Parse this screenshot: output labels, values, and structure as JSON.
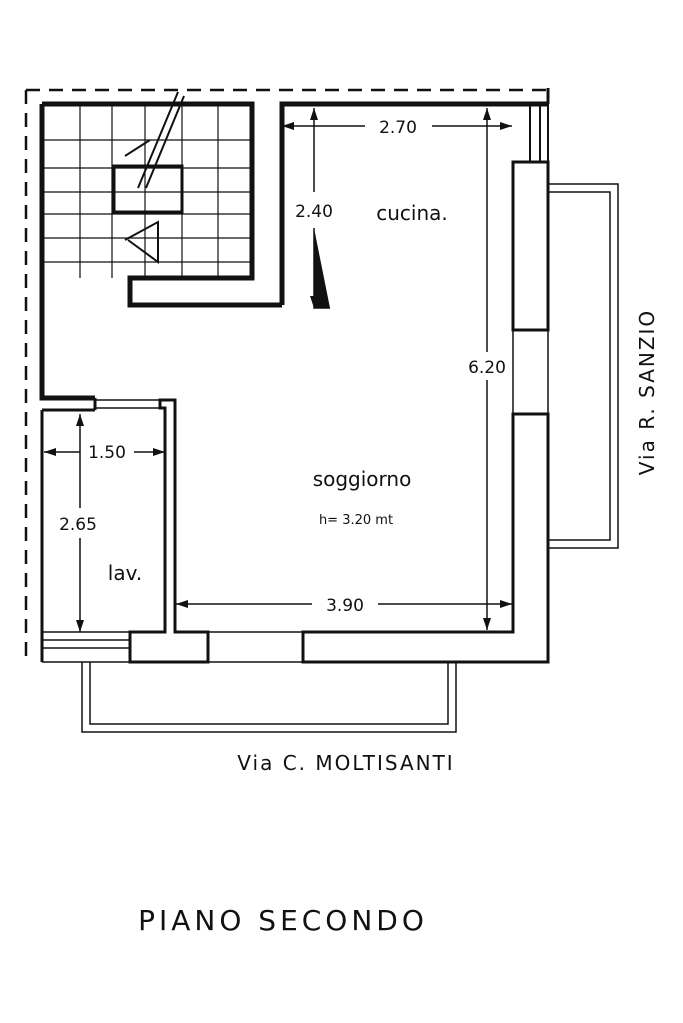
{
  "plan": {
    "rooms": {
      "kitchen": "cucina.",
      "living": "soggiorno",
      "height": "h= 3.20 mt",
      "bathroom": "lav."
    },
    "dimensions": {
      "kitchen_width": "2.70",
      "kitchen_depth": "2.40",
      "living_depth": "6.20",
      "living_width": "3.90",
      "bath_width": "1.50",
      "bath_depth": "2.65"
    },
    "streets": {
      "east": "Via  R. SANZIO",
      "south": "Via   C. MOLTISANTI"
    },
    "title": "PIANO  SECONDO"
  }
}
